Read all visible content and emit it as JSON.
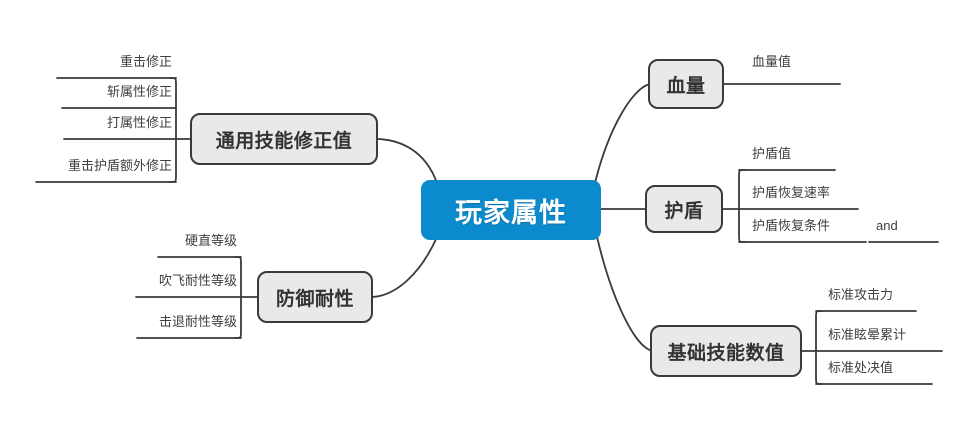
{
  "diagram": {
    "type": "mind-map",
    "title": "玩家属性",
    "colors": {
      "root_fill": "#0b8ace",
      "root_text": "#ffffff",
      "branch_fill": "#e9e9e9",
      "branch_border": "#3a3a3a",
      "branch_text": "#333333",
      "leaf_text": "#3f3f3f",
      "connector": "#3a3a3a",
      "background": "#ffffff"
    },
    "root": {
      "label": "玩家属性"
    },
    "branches": [
      {
        "id": "general-skill-modifiers",
        "label": "通用技能修正值",
        "side": "left",
        "leaves": [
          {
            "label": "重击修正"
          },
          {
            "label": "斩属性修正"
          },
          {
            "label": "打属性修正"
          },
          {
            "label": "重击护盾额外修正"
          }
        ]
      },
      {
        "id": "defense-resistance",
        "label": "防御耐性",
        "side": "left",
        "leaves": [
          {
            "label": "硬直等级"
          },
          {
            "label": "吹飞耐性等级"
          },
          {
            "label": "击退耐性等级"
          }
        ]
      },
      {
        "id": "health",
        "label": "血量",
        "side": "right",
        "leaves": [
          {
            "label": "血量值"
          }
        ]
      },
      {
        "id": "shield",
        "label": "护盾",
        "side": "right",
        "leaves": [
          {
            "label": "护盾值"
          },
          {
            "label": "护盾恢复速率"
          },
          {
            "label": "护盾恢复条件"
          }
        ],
        "extra_labels": [
          {
            "label": "and"
          }
        ]
      },
      {
        "id": "basic-skill-values",
        "label": "基础技能数值",
        "side": "right",
        "leaves": [
          {
            "label": "标准攻击力"
          },
          {
            "label": "标准眩晕累计"
          },
          {
            "label": "标准处决值"
          }
        ]
      }
    ]
  }
}
